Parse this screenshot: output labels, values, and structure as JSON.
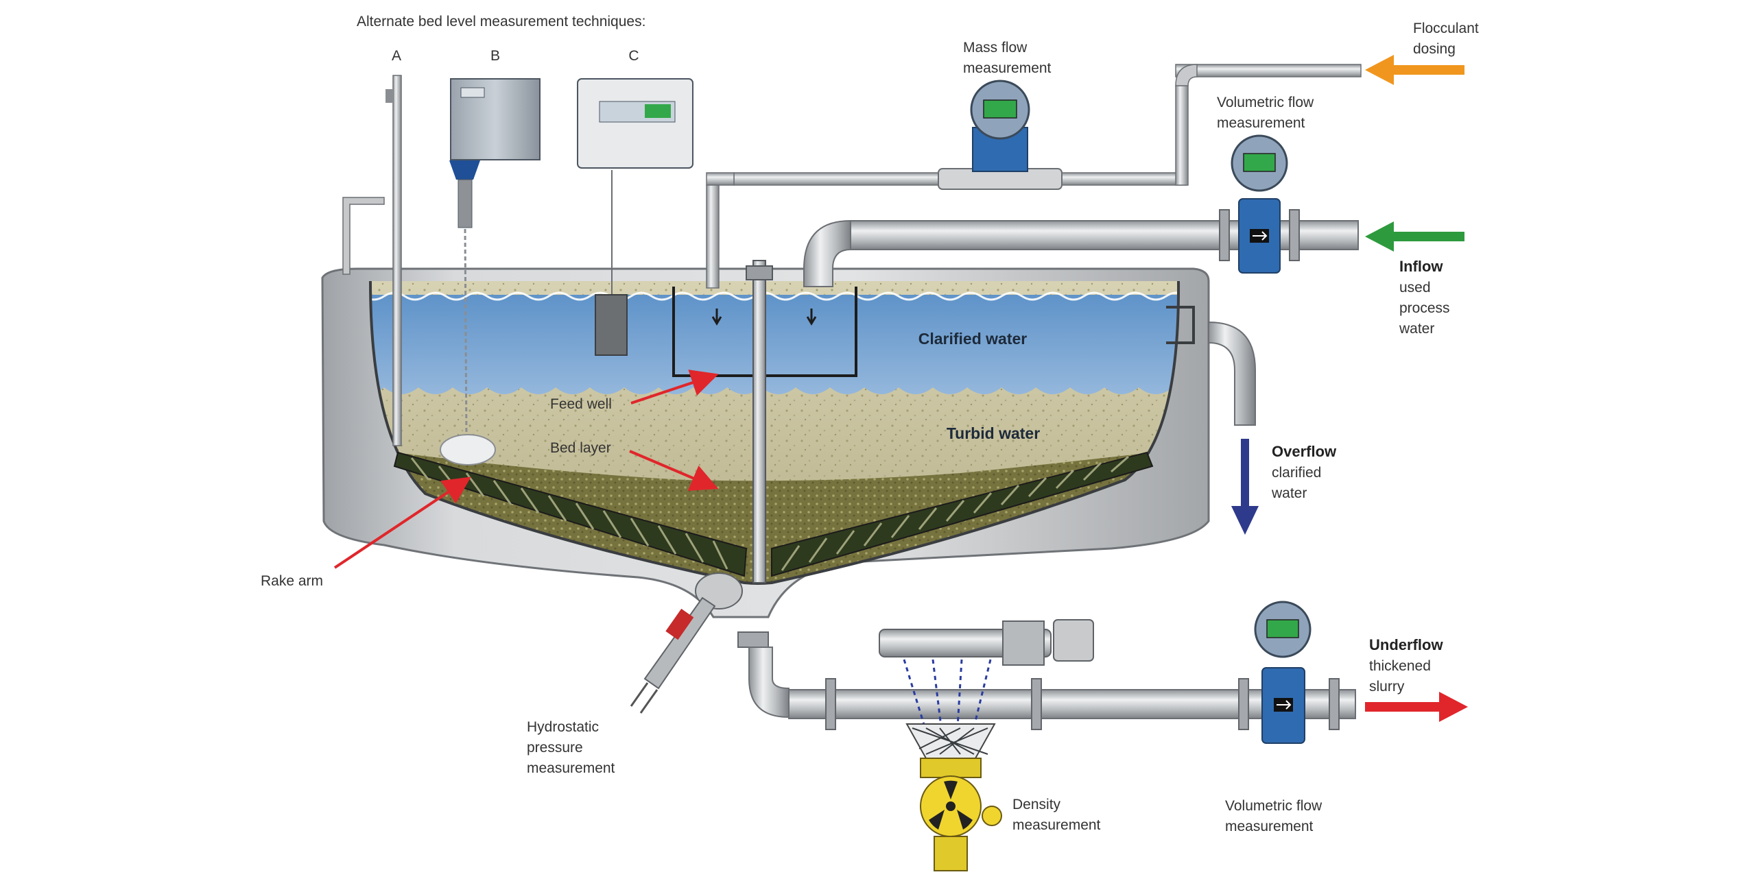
{
  "title": "Alternate bed level measurement techniques:",
  "techniques": [
    "A",
    "B",
    "C"
  ],
  "zones": {
    "clarified": "Clarified water",
    "turbid": "Turbid water"
  },
  "labels": {
    "feed_well": "Feed well",
    "bed_layer": "Bed layer",
    "rake_arm": "Rake arm",
    "hydrostatic": [
      "Hydrostatic",
      "pressure",
      "measurement"
    ],
    "density": [
      "Density",
      "measurement"
    ],
    "mass_flow": [
      "Mass flow",
      "measurement"
    ],
    "vol_flow_top": [
      "Volumetric flow",
      "measurement"
    ],
    "vol_flow_bottom": [
      "Volumetric flow",
      "measurement"
    ],
    "flocculant": [
      "Flocculant",
      "dosing"
    ]
  },
  "flows": {
    "inflow": {
      "title": "Inflow",
      "sub": [
        "used",
        "process",
        "water"
      ],
      "color": "#2e9a3e"
    },
    "overflow": {
      "title": "Overflow",
      "sub": [
        "clarified",
        "water"
      ],
      "color": "#2e3a8c"
    },
    "underflow": {
      "title": "Underflow",
      "sub": [
        "thickened",
        "slurry"
      ],
      "color": "#e0262b"
    },
    "flocculant": {
      "color": "#f0961e"
    }
  },
  "colors": {
    "water": "#7fa9d6",
    "turbid": "#cfcaa8",
    "bed": "#6b6a3a",
    "tank": "#c9cbcd",
    "pipe": "#c4c6c9",
    "pointer": "#e0262b"
  },
  "icons": [
    "transmitter-icon",
    "radiation-symbol-icon",
    "flow-arrow-icon"
  ]
}
